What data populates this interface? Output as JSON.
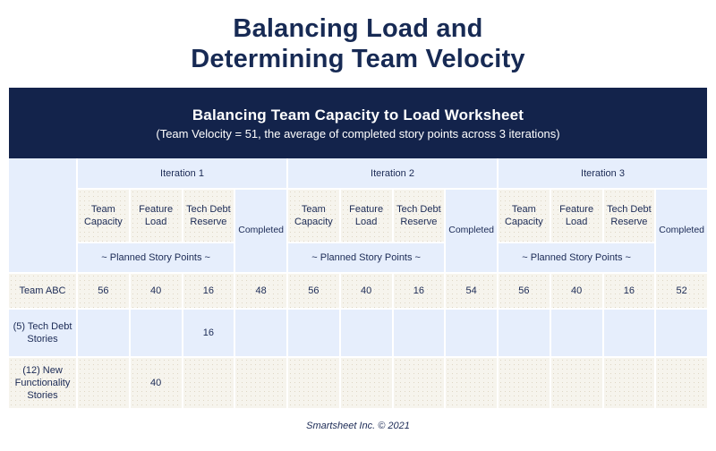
{
  "page": {
    "title_line1": "Balancing Load and",
    "title_line2": "Determining Team Velocity",
    "footer": "Smartsheet Inc. © 2021"
  },
  "worksheet": {
    "title": "Balancing Team Capacity to Load Worksheet",
    "subtitle": "(Team Velocity = 51, the average of completed story points across 3 iterations)"
  },
  "table": {
    "iterations": [
      {
        "label": "Iteration 1"
      },
      {
        "label": "Iteration 2"
      },
      {
        "label": "Iteration 3"
      }
    ],
    "sub_headers": {
      "team_capacity": "Team Capacity",
      "feature_load": "Feature Load",
      "tech_debt_reserve": "Tech Debt Reserve",
      "completed": "Completed",
      "planned": "~ Planned Story Points ~"
    },
    "rows": [
      {
        "label": "Team ABC",
        "values": [
          "56",
          "40",
          "16",
          "48",
          "56",
          "40",
          "16",
          "54",
          "56",
          "40",
          "16",
          "52"
        ]
      },
      {
        "label": "(5) Tech Debt Stories",
        "values": [
          "",
          "",
          "16",
          "",
          "",
          "",
          "",
          "",
          "",
          "",
          "",
          ""
        ]
      },
      {
        "label": "(12) New Functionality Stories",
        "values": [
          "",
          "40",
          "",
          "",
          "",
          "",
          "",
          "",
          "",
          "",
          "",
          ""
        ]
      }
    ]
  },
  "colors": {
    "navy": "#13234b",
    "text_navy": "#1b2a55",
    "light_blue": "#e6eefc",
    "cream": "#f6f4ed",
    "white": "#ffffff"
  }
}
